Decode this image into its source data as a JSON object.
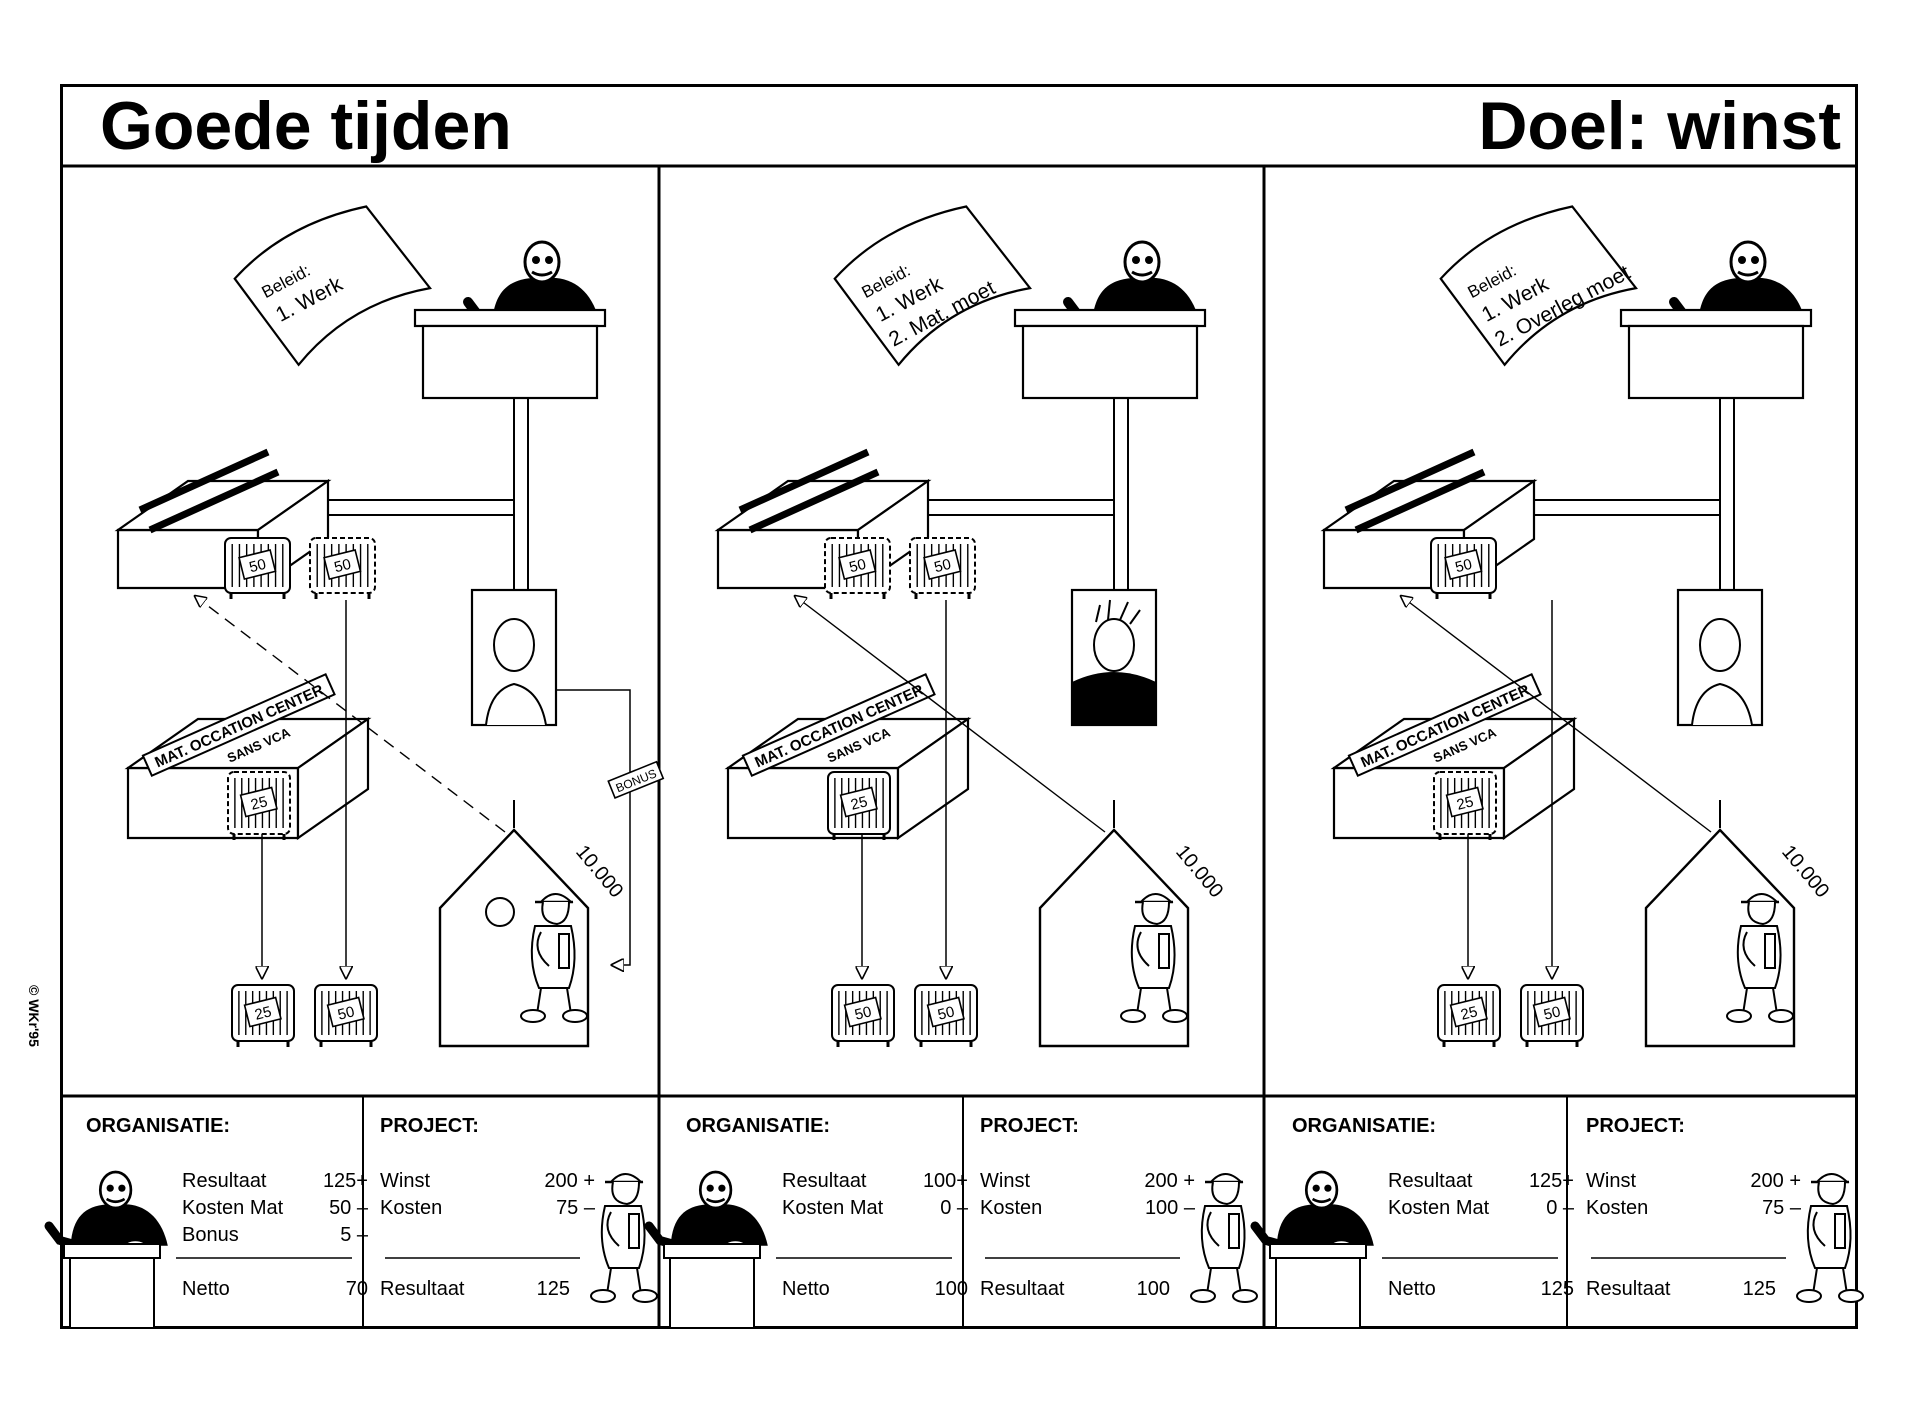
{
  "titles": {
    "left": "Goede tijden",
    "right": "Doel: winst"
  },
  "copyright": "© WKr'95",
  "panels": [
    {
      "policy": {
        "heading": "Beleid:",
        "lines": [
          "1. Werk"
        ]
      },
      "center_label": "MAT. OCCATION CENTER",
      "center_sub": "SANS VCA",
      "bonus_label": "BONUS",
      "amount": "10.000",
      "tags": {
        "shelf_1": "50",
        "shelf_2": "50",
        "center": "25",
        "site_1": "25",
        "site_2": "50"
      },
      "organisation": {
        "heading": "ORGANISATIE:",
        "rows": [
          {
            "label": "Resultaat",
            "value": "125+"
          },
          {
            "label": "Kosten Mat",
            "value": "50 –"
          },
          {
            "label": "Bonus",
            "value": "5 –"
          }
        ],
        "net_label": "Netto",
        "net_value": "70"
      },
      "project": {
        "heading": "PROJECT:",
        "rows": [
          {
            "label": "Winst",
            "value": "200 +"
          },
          {
            "label": "Kosten",
            "value": "75 –"
          }
        ],
        "result_label": "Resultaat",
        "result_value": "125"
      }
    },
    {
      "policy": {
        "heading": "Beleid:",
        "lines": [
          "1. Werk",
          "2. Mat. moet"
        ]
      },
      "center_label": "MAT. OCCATION CENTER",
      "center_sub": "SANS VCA",
      "amount": "10.000",
      "tags": {
        "shelf_1": "50",
        "shelf_2": "50",
        "center": "25",
        "site_1": "50",
        "site_2": "50"
      },
      "organisation": {
        "heading": "ORGANISATIE:",
        "rows": [
          {
            "label": "Resultaat",
            "value": "100+"
          },
          {
            "label": "Kosten Mat",
            "value": "0 –"
          }
        ],
        "net_label": "Netto",
        "net_value": "100"
      },
      "project": {
        "heading": "PROJECT:",
        "rows": [
          {
            "label": "Winst",
            "value": "200 +"
          },
          {
            "label": "Kosten",
            "value": "100 –"
          }
        ],
        "result_label": "Resultaat",
        "result_value": "100"
      }
    },
    {
      "policy": {
        "heading": "Beleid:",
        "lines": [
          "1. Werk",
          "2. Overleg moet"
        ]
      },
      "center_label": "MAT. OCCATION CENTER",
      "center_sub": "SANS VCA",
      "amount": "10.000",
      "tags": {
        "shelf_1": "50",
        "center": "25",
        "site_1": "25",
        "site_2": "50"
      },
      "organisation": {
        "heading": "ORGANISATIE:",
        "rows": [
          {
            "label": "Resultaat",
            "value": "125+"
          },
          {
            "label": "Kosten Mat",
            "value": "0 –"
          }
        ],
        "net_label": "Netto",
        "net_value": "125"
      },
      "project": {
        "heading": "PROJECT:",
        "rows": [
          {
            "label": "Winst",
            "value": "200 +"
          },
          {
            "label": "Kosten",
            "value": "75 –"
          }
        ],
        "result_label": "Resultaat",
        "result_value": "125"
      }
    }
  ]
}
